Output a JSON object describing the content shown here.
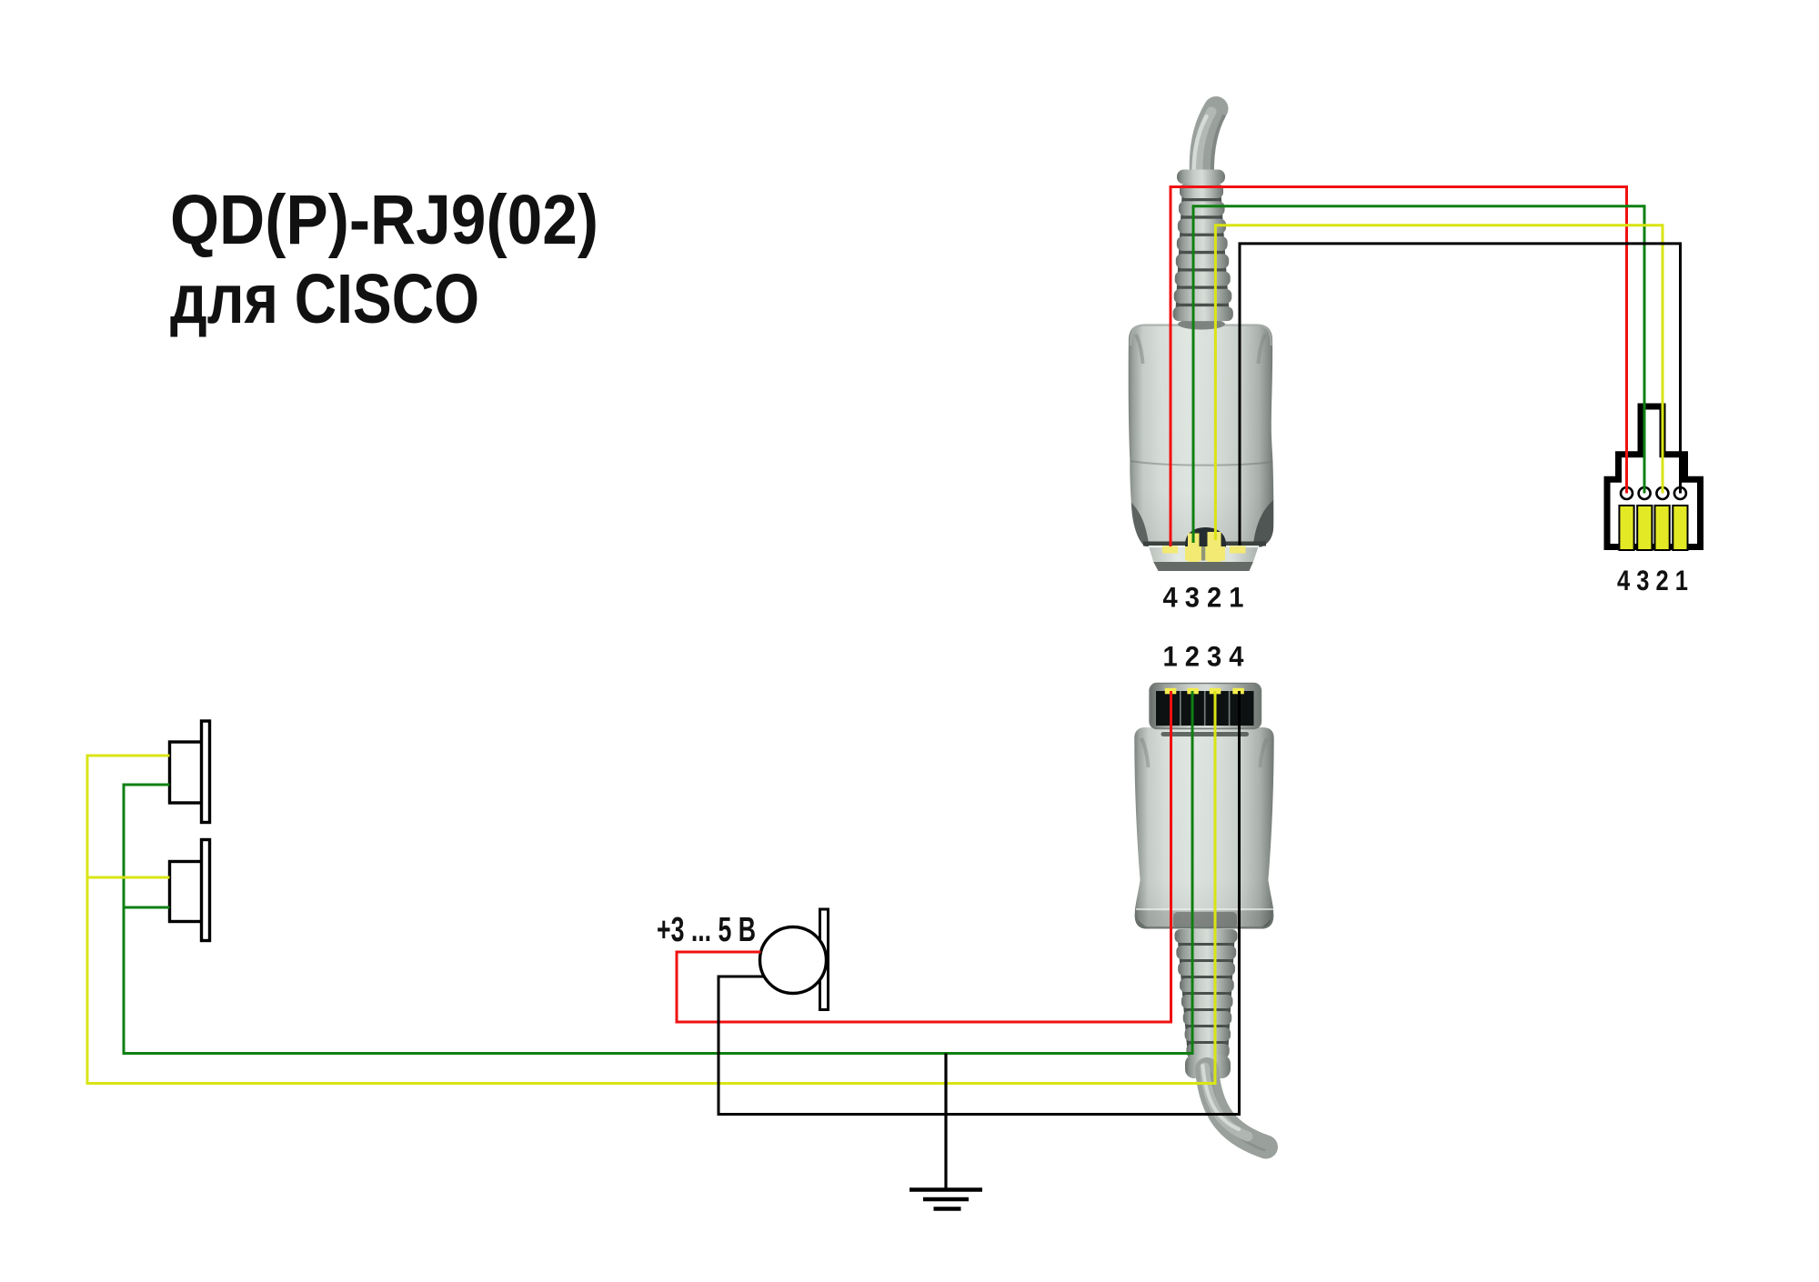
{
  "title": {
    "line1": "QD(P)-RJ9(02)",
    "line2": "для CISCO"
  },
  "connectors": {
    "qd_top": {
      "name": "QD plug (to headset side, top)",
      "pin_label": "4 3 2 1",
      "pins": [
        "4",
        "3",
        "2",
        "1"
      ]
    },
    "qd_bottom": {
      "name": "QD plug (to headset capsules, bottom)",
      "pin_label": "1 2 3 4",
      "pins": [
        "1",
        "2",
        "3",
        "4"
      ]
    },
    "rj9": {
      "name": "RJ9(02) plug for CISCO",
      "pin_label": "4 3 2 1",
      "pins": [
        "4",
        "3",
        "2",
        "1"
      ]
    }
  },
  "mic": {
    "voltage_label": "+3 ... 5 В"
  },
  "components": {
    "speakers": [
      "left speaker",
      "right speaker"
    ],
    "microphone": "electret microphone",
    "ground": "ground symbol"
  },
  "wiring": [
    {
      "wire": "red",
      "qd_pin": "4",
      "rj9_pin": "4",
      "function": "microphone supply +3...5 V"
    },
    {
      "wire": "green",
      "qd_pin": "3",
      "rj9_pin": "3",
      "function": "speakers"
    },
    {
      "wire": "yellow",
      "qd_pin": "2",
      "rj9_pin": "2",
      "function": "speakers"
    },
    {
      "wire": "black",
      "qd_pin": "1",
      "rj9_pin": "1",
      "function": "microphone ground"
    }
  ],
  "colors": {
    "red": "#f01010",
    "green": "#0f8012",
    "yellow": "#d9e414",
    "black": "#000000",
    "pin_yellow": "#e3ea25",
    "pad_yellow": "#f2ea72",
    "mark_yellow": "#f3ed4d",
    "text": "#111111"
  }
}
